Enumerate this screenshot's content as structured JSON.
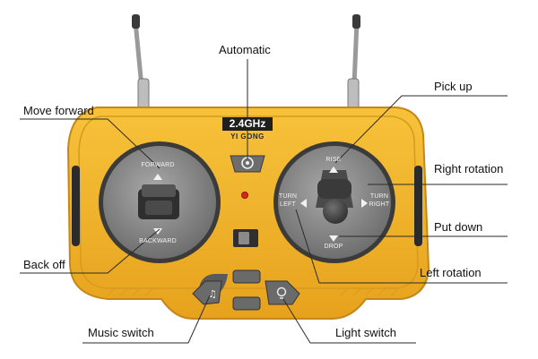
{
  "device": {
    "frequency": "2.4GHz",
    "brand": "YI GONG",
    "body_color": "#f2b52a",
    "led_color": "#e0241b"
  },
  "left_stick": {
    "forward": "FORWARD",
    "backward": "BACKWARD"
  },
  "right_stick": {
    "rise": "RISE",
    "drop": "DROP",
    "turn_left_1": "TURN",
    "turn_left_2": "LEFT",
    "turn_right_1": "TURN",
    "turn_right_2": "RIGHT"
  },
  "callouts": {
    "automatic": "Automatic",
    "move_forward": "Move forward",
    "back_off": "Back off",
    "pick_up": "Pick up",
    "right_rotation": "Right rotation",
    "put_down": "Put down",
    "left_rotation": "Left rotation",
    "music_switch": "Music switch",
    "light_switch": "Light switch"
  },
  "icons": [
    "auto-gear-icon",
    "music-icon",
    "light-bulb-icon",
    "up-arrow-icon",
    "down-arrow-icon",
    "left-arrow-icon",
    "right-arrow-icon"
  ]
}
